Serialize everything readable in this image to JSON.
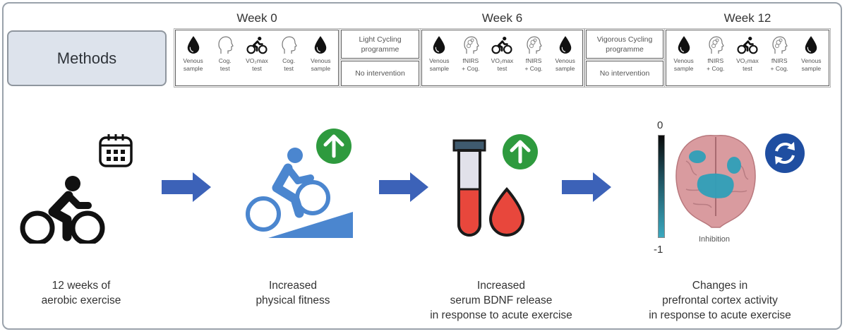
{
  "methods": {
    "label": "Methods",
    "weeks": [
      {
        "title": "Week 0",
        "tests": [
          {
            "icon": "blood-drop-icon",
            "line1": "Venous",
            "line2": "sample"
          },
          {
            "icon": "head-outline-icon",
            "line1": "Cog.",
            "line2": "test"
          },
          {
            "icon": "cyclist-icon",
            "line1": "VO₂max",
            "line2": "test"
          },
          {
            "icon": "head-outline-icon",
            "line1": "Cog.",
            "line2": "test"
          },
          {
            "icon": "blood-drop-icon",
            "line1": "Venous",
            "line2": "sample"
          }
        ]
      },
      {
        "title": "Week 6",
        "tests": [
          {
            "icon": "blood-drop-icon",
            "line1": "Venous",
            "line2": "sample"
          },
          {
            "icon": "brain-head-icon",
            "line1": "fNIRS",
            "line2": "+ Cog."
          },
          {
            "icon": "cyclist-icon",
            "line1": "VO₂max",
            "line2": "test"
          },
          {
            "icon": "brain-head-icon",
            "line1": "fNIRS",
            "line2": "+ Cog."
          },
          {
            "icon": "blood-drop-icon",
            "line1": "Venous",
            "line2": "sample"
          }
        ]
      },
      {
        "title": "Week 12",
        "tests": [
          {
            "icon": "blood-drop-icon",
            "line1": "Venous",
            "line2": "sample"
          },
          {
            "icon": "brain-head-icon",
            "line1": "fNIRS",
            "line2": "+ Cog."
          },
          {
            "icon": "cyclist-icon",
            "line1": "VO₂max",
            "line2": "test"
          },
          {
            "icon": "brain-head-icon",
            "line1": "fNIRS",
            "line2": "+ Cog."
          },
          {
            "icon": "blood-drop-icon",
            "line1": "Venous",
            "line2": "sample"
          }
        ]
      }
    ],
    "programmes": [
      {
        "intervention": "Light Cycling programme",
        "control": "No intervention"
      },
      {
        "intervention": "Vigorous Cycling programme",
        "control": "No intervention"
      }
    ]
  },
  "flow": {
    "steps": [
      {
        "icon": "cyclist-icon",
        "badge": "calendar-icon",
        "line1": "12 weeks of",
        "line2": "aerobic exercise"
      },
      {
        "icon": "uphill-cyclist-icon",
        "badge": "up-arrow-icon",
        "line1": "Increased",
        "line2": "physical fitness"
      },
      {
        "icon": "blood-tube-icon",
        "badge": "up-arrow-icon",
        "line1": "Increased",
        "line2": "serum BDNF release",
        "line3": "in response to acute exercise"
      },
      {
        "icon": "brain-icon",
        "badge": "refresh-icon",
        "line1": "Changes in",
        "line2": "prefrontal cortex activity",
        "line3": "in response to acute exercise"
      }
    ],
    "colorbar": {
      "max": "0",
      "min": "-1",
      "label": "Inhibition"
    }
  },
  "colors": {
    "arrow": "#3c62b8",
    "green_badge": "#2e9a3e",
    "blue_badge": "#1f4ea1",
    "fitness_blue": "#4b86cf",
    "blood_red": "#e8473c",
    "methods_fill": "#dde3ec"
  }
}
